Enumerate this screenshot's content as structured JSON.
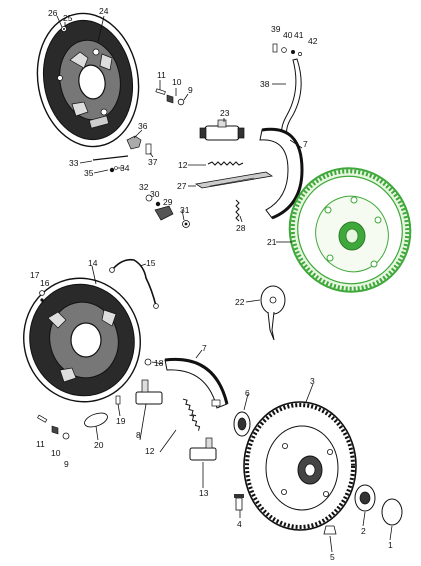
{
  "colors": {
    "ink": "#111111",
    "highlight": "#3fa83a",
    "highlight_fill": "#e6f6df",
    "paper": "#ffffff"
  },
  "highlighted_part": "21",
  "callouts": {
    "c24": "24",
    "c26": "26",
    "c25": "25",
    "c39": "39",
    "c40": "40",
    "c41": "41",
    "c42": "42",
    "c38": "38",
    "c11a": "11",
    "c10a": "10",
    "c9a": "9",
    "c23": "23",
    "c36": "36",
    "c37": "37",
    "c7a": "7",
    "c12a": "12",
    "c33": "33",
    "c35": "35",
    "c34": "34",
    "c27": "27",
    "c32": "32",
    "c30": "30",
    "c29": "29",
    "c31": "31",
    "c28": "28",
    "c21": "21",
    "c14": "14",
    "c15": "15",
    "c17": "17",
    "c16": "16",
    "c22": "22",
    "c7b": "7",
    "c18": "18",
    "c3": "3",
    "c6": "6",
    "c19": "19",
    "c11b": "11",
    "c10b": "10",
    "c9b": "9",
    "c20": "20",
    "c8": "8",
    "c12b": "12",
    "c13": "13",
    "c4": "4",
    "c2": "2",
    "c1": "1",
    "c5": "5"
  }
}
